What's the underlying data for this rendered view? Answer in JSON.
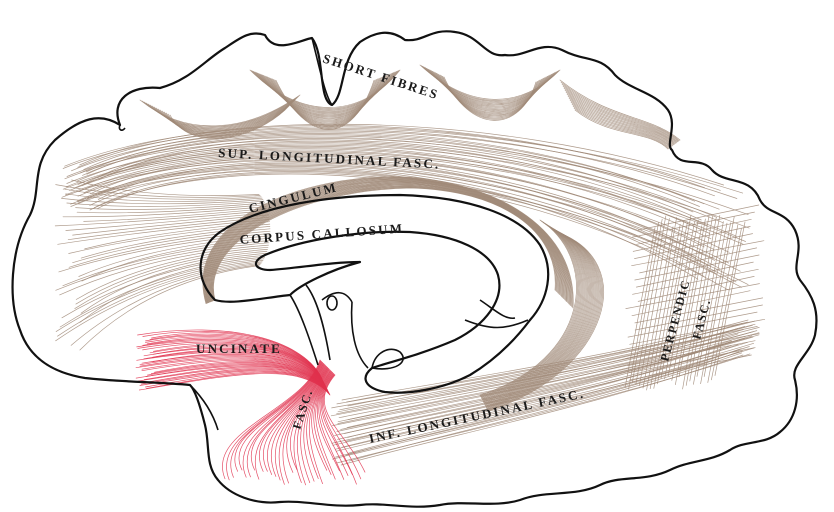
{
  "labels": {
    "short_fibres": "SHORT FIBRES",
    "sup_longitudinal": "SUP. LONGITUDINAL FASC.",
    "cingulum": "CINGULUM",
    "corpus_callosum": "CORPUS CALLOSUM",
    "uncinate": "UNCINATE",
    "fasc": "FASC.",
    "inf_longitudinal": "INF. LONGITUDINAL FASC.",
    "perpendic": "PERPENDIC",
    "perpendic_fasc": "FASC."
  },
  "colors": {
    "association_fibres": "#a08a78",
    "uncinate_fibres": "#e0304c",
    "outline": "#111111",
    "background": "#ffffff"
  }
}
